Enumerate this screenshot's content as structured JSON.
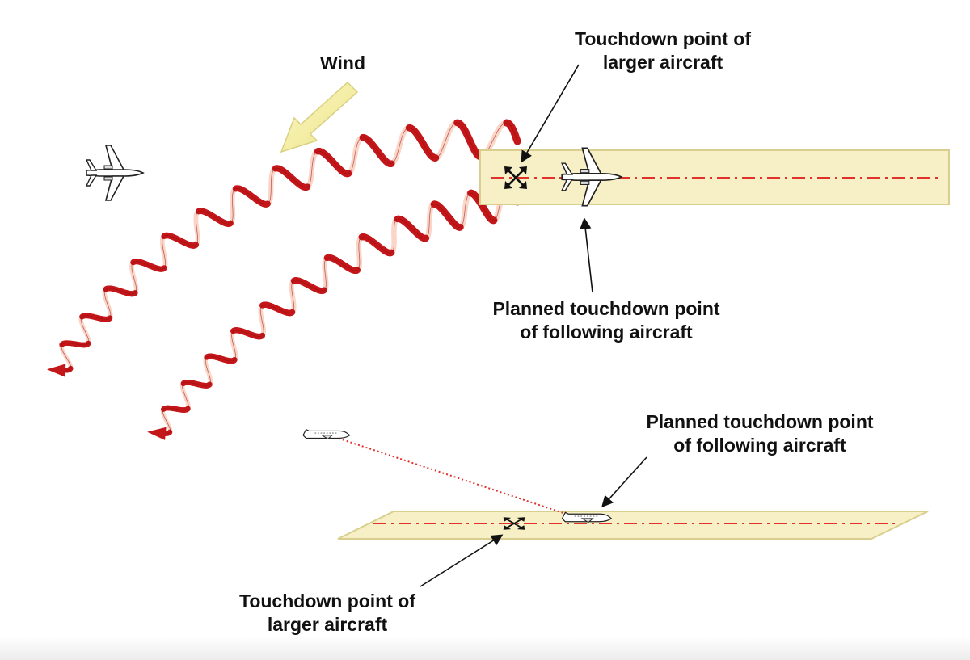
{
  "labels": {
    "wind": "Wind",
    "top_larger_touchdown": [
      "Touchdown point of",
      "larger aircraft"
    ],
    "top_planned_touchdown": [
      "Planned touchdown point",
      "of following aircraft"
    ],
    "bottom_planned_touchdown": [
      "Planned touchdown point",
      "of following aircraft"
    ],
    "bottom_larger_touchdown": [
      "Touchdown point of",
      "larger aircraft"
    ]
  },
  "colors": {
    "runway_fill": "#f7f0c6",
    "runway_stroke": "#d8cf8e",
    "centerline": "#e0312b",
    "vortex_dark": "#c4171a",
    "vortex_light": "#fbd6c8",
    "wind_arrow": "#f4f0a0",
    "glide_path": "#e0312b",
    "text": "#111111"
  },
  "icons": [
    "airplane-icon",
    "touchdown-cross-icon",
    "wind-arrow-icon",
    "wake-vortex-icon"
  ]
}
